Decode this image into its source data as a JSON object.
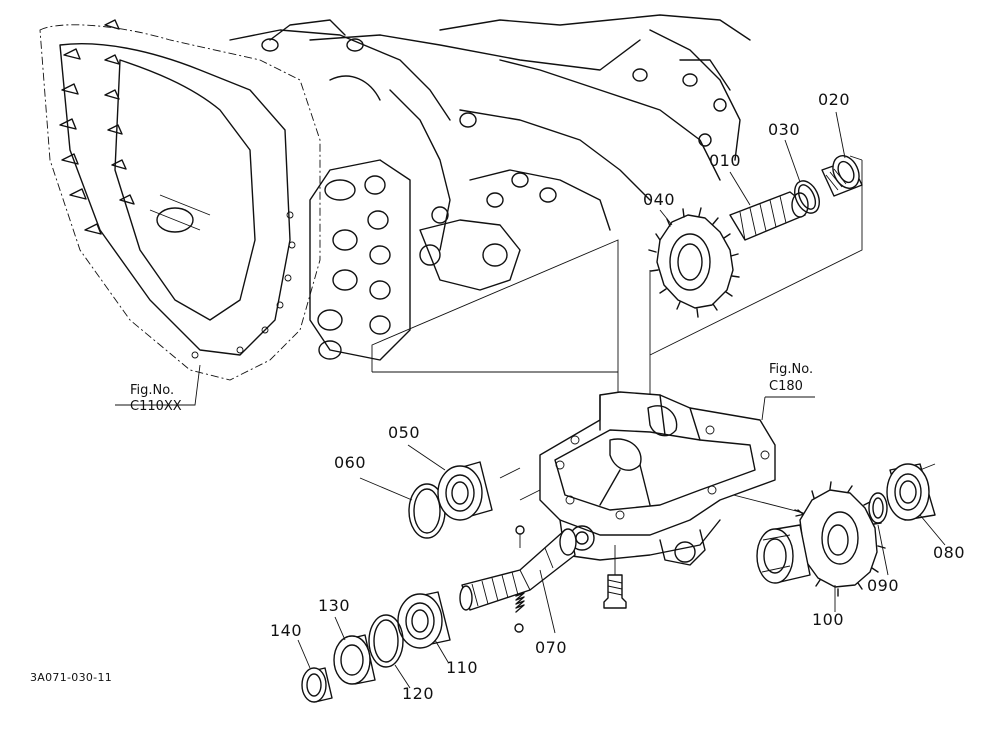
{
  "diagram": {
    "drawing_code": "3A071-030-11",
    "figure_refs": [
      {
        "id": "c110xx",
        "line1": "Fig.No.",
        "line2": "C110XX"
      },
      {
        "id": "c180",
        "line1": "Fig.No.",
        "line2": "C180"
      }
    ],
    "parts": [
      {
        "id": "p010",
        "number": "010"
      },
      {
        "id": "p020",
        "number": "020"
      },
      {
        "id": "p030",
        "number": "030"
      },
      {
        "id": "p040",
        "number": "040"
      },
      {
        "id": "p050",
        "number": "050"
      },
      {
        "id": "p060",
        "number": "060"
      },
      {
        "id": "p070",
        "number": "070"
      },
      {
        "id": "p080",
        "number": "080"
      },
      {
        "id": "p090",
        "number": "090"
      },
      {
        "id": "p100",
        "number": "100"
      },
      {
        "id": "p110",
        "number": "110"
      },
      {
        "id": "p120",
        "number": "120"
      },
      {
        "id": "p130",
        "number": "130"
      },
      {
        "id": "p140",
        "number": "140"
      }
    ]
  }
}
